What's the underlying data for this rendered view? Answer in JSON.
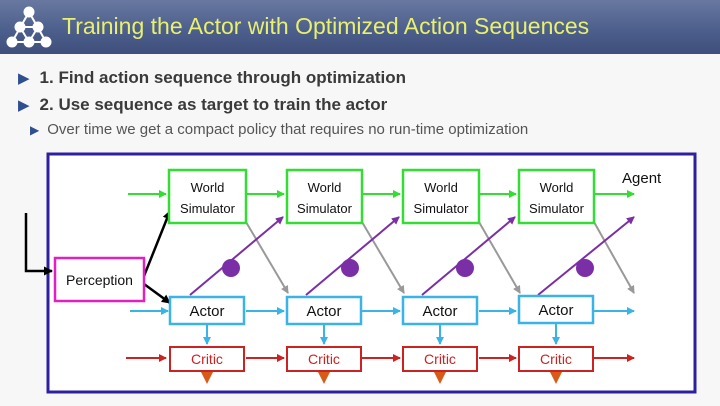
{
  "slide": {
    "title": "Training the Actor with Optimized Action Sequences",
    "bullets": [
      "1. Find action sequence through optimization",
      "2. Use sequence as target to train the actor"
    ],
    "sub_bullet": "Over time we get a compact policy that requires no run-time optimization"
  },
  "diagram": {
    "agent_label": "Agent",
    "perception_label": "Perception",
    "world_simulator": {
      "line1": "World",
      "line2": "Simulator"
    },
    "actor_label": "Actor",
    "critic_label": "Critic",
    "colors": {
      "frame": "#2d1fa0",
      "world_simulator": "#33dd33",
      "actor": "#3ab4e6",
      "critic": "#cc2222",
      "perception": "#e020c0",
      "action": "#7b2fa6",
      "gradient": "#999999",
      "title_text": "#e8f070"
    }
  }
}
